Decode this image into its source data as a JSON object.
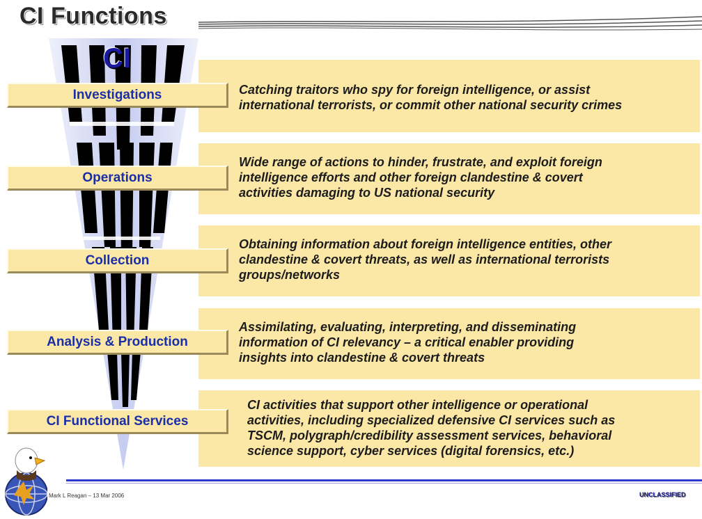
{
  "title": "CI Functions",
  "funnel_label": "CI",
  "functions": [
    {
      "label": "Investigations",
      "lines": [
        "Catching traitors who spy for foreign intelligence, or assist",
        "international terrorists, or commit other national security crimes"
      ]
    },
    {
      "label": "Operations",
      "lines": [
        "Wide range of actions to hinder, frustrate, and exploit foreign",
        "intelligence efforts and other foreign clandestine & covert",
        "activities damaging to US national security"
      ]
    },
    {
      "label": "Collection",
      "lines": [
        "Obtaining information about foreign intelligence entities, other",
        "clandestine & covert threats, as well as international terrorists",
        "groups/networks"
      ]
    },
    {
      "label": "Analysis & Production",
      "lines": [
        "Assimilating, evaluating, interpreting, and disseminating",
        "information of CI relevancy – a critical enabler providing",
        "insights into clandestine & covert threats"
      ]
    },
    {
      "label": "CI Functional Services",
      "lines": [
        "CI activities that support other intelligence or operational",
        "activities, including specialized defensive CI services such as",
        "TSCM, polygraph/credibility assessment services, behavioral",
        "science support, cyber services (digital forensics, etc.)"
      ]
    }
  ],
  "footer": {
    "author_date": "Mark L Reagan – 13 Mar 2006",
    "classification": "UNCLASSIFIED"
  },
  "colors": {
    "box_fill": "#fbe7a6",
    "label_text": "#1a2ea8",
    "funnel_light": "#d7dcf5",
    "footer_rule": "#2b3bd0"
  }
}
